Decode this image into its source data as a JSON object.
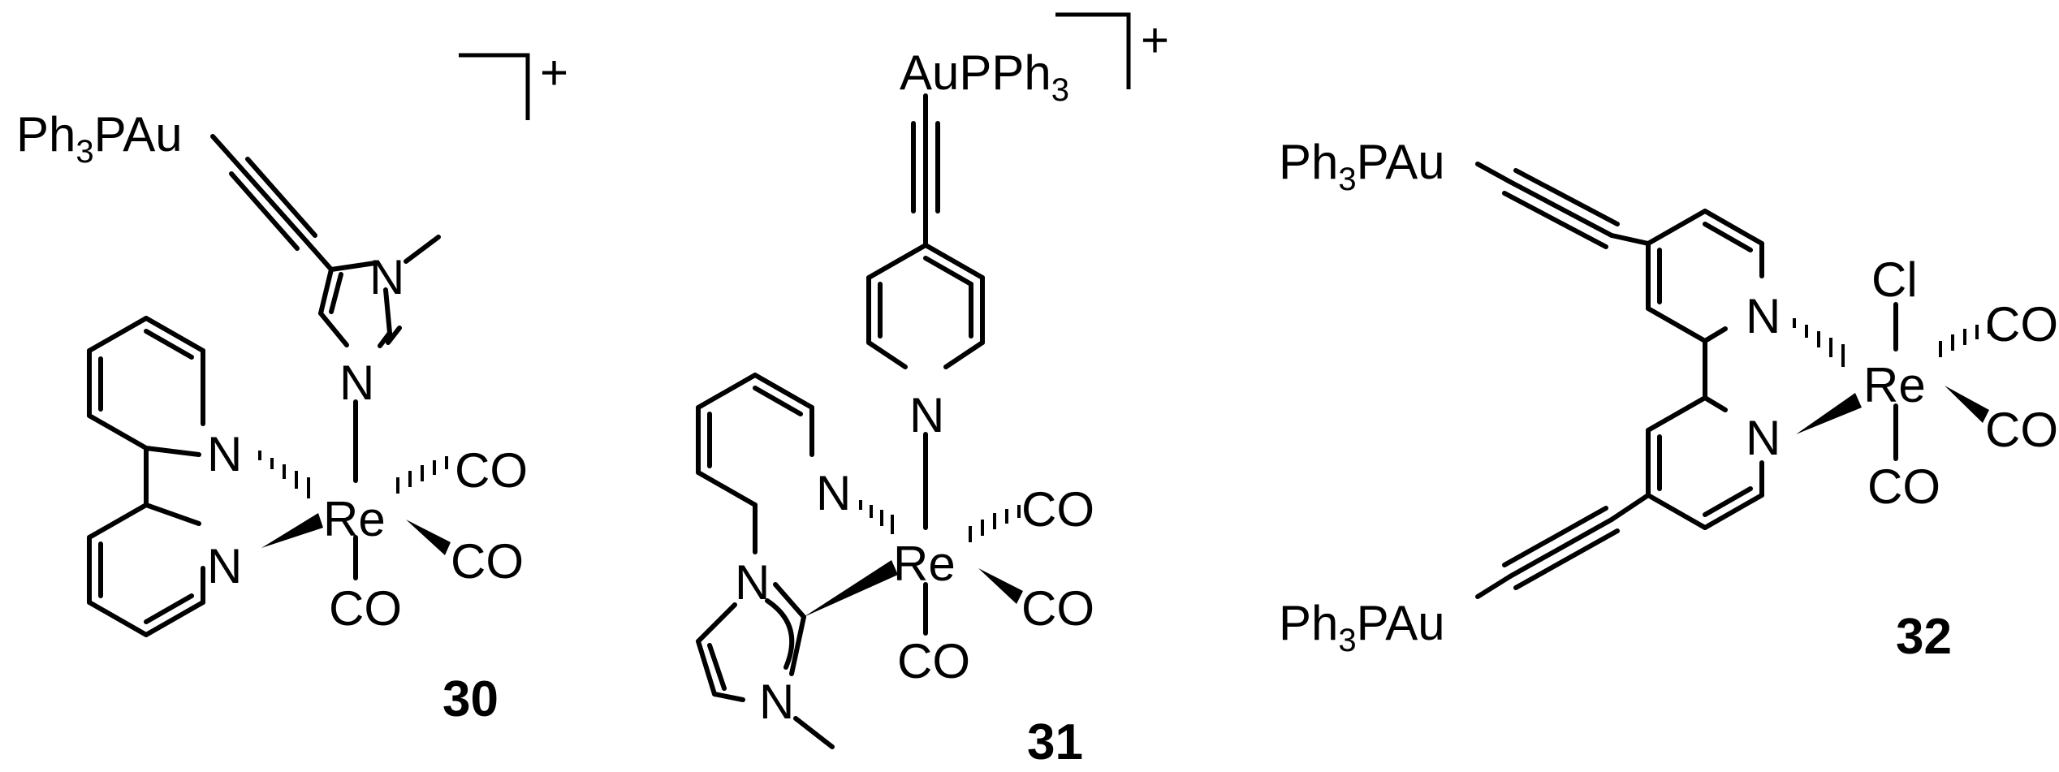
{
  "compounds": [
    {
      "number": "30",
      "charge": "+",
      "labels": {
        "gold": "Ph",
        "gold_sub": "3",
        "gold_tail": "PAu",
        "n_methyl": "N",
        "n_imid": "N",
        "n_bpy_top": "N",
        "n_bpy_bot": "N",
        "metal": "Re",
        "co_1": "CO",
        "co_2": "CO",
        "co_3": "CO"
      }
    },
    {
      "number": "31",
      "charge": "+",
      "labels": {
        "gold": "AuPPh",
        "gold_sub": "3",
        "n_pyr": "N",
        "n_py": "N",
        "n_imid_top": "N",
        "n_imid_bot": "N",
        "metal": "Re",
        "co_1": "CO",
        "co_2": "CO",
        "co_3": "CO"
      }
    },
    {
      "number": "32",
      "labels": {
        "gold_top": "Ph",
        "gold_top_sub": "3",
        "gold_top_tail": "PAu",
        "gold_bot": "Ph",
        "gold_bot_sub": "3",
        "gold_bot_tail": "PAu",
        "n_top": "N",
        "n_bot": "N",
        "halide": "Cl",
        "metal": "Re",
        "co_1": "CO",
        "co_2": "CO",
        "co_3": "CO"
      }
    }
  ]
}
